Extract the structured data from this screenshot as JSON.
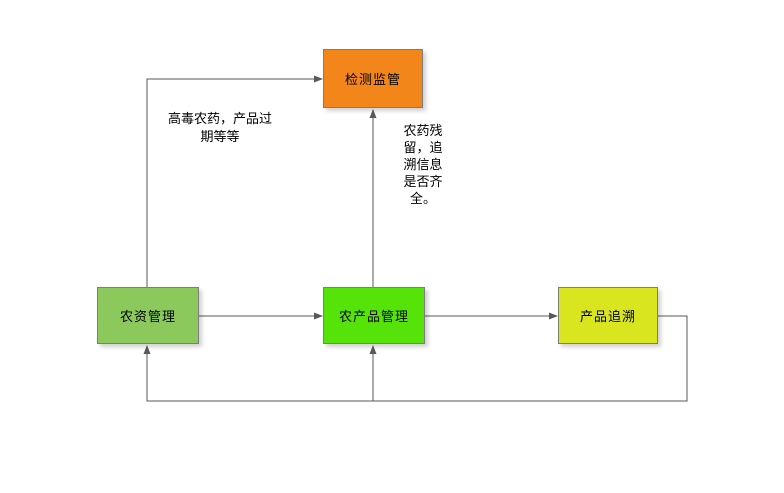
{
  "diagram": {
    "title": "agriculture-supervision-flowchart",
    "nodes": {
      "inspection": {
        "label": "检测监管",
        "fill": "#F2861B"
      },
      "agri_materials": {
        "label": "农资管理",
        "fill": "#8CC95C"
      },
      "agri_products": {
        "label": "农产品管理",
        "fill": "#55E30A"
      },
      "traceability": {
        "label": "产品追溯",
        "fill": "#D9E51F"
      }
    },
    "annotations": {
      "left_note": {
        "text": "高毒农药，产品过\n期等等"
      },
      "middle_note": {
        "text": "农药残\n留，追\n溯信息\n是否齐\n全。"
      }
    },
    "colors": {
      "connector": "#595959",
      "node_border": "#7d7d7d",
      "background": "#FFFFFF"
    }
  }
}
